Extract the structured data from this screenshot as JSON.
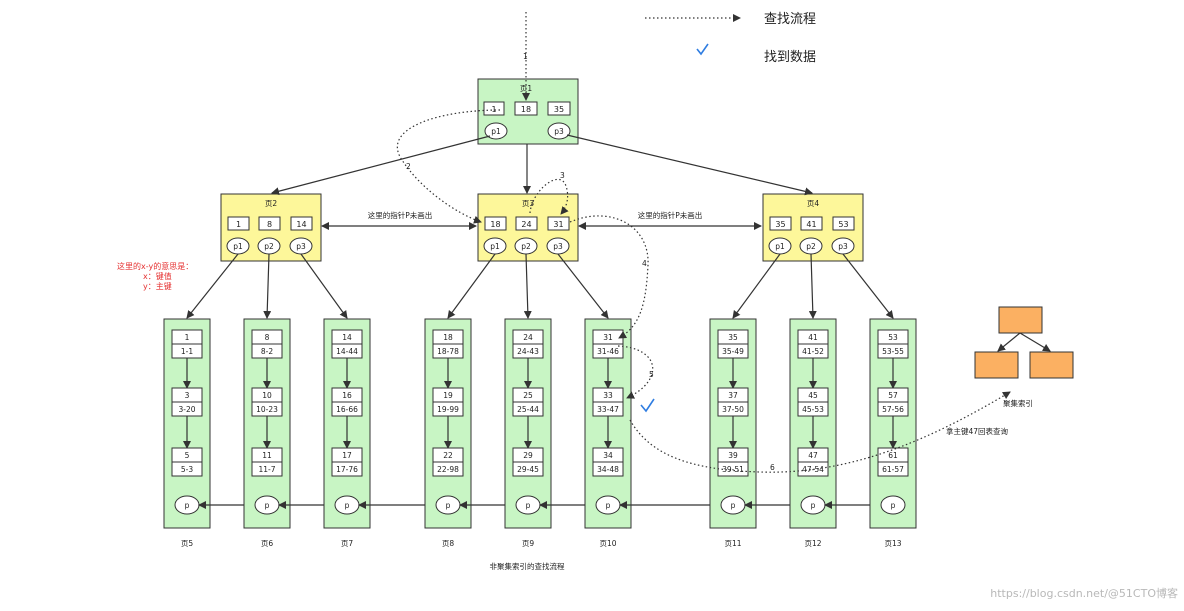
{
  "legend": {
    "search_flow": "查找流程",
    "found": "找到数据"
  },
  "root": {
    "title": "页1",
    "keys": [
      "1",
      "18",
      "35"
    ],
    "ptrs": [
      "p1",
      "p3"
    ]
  },
  "internal": [
    {
      "title": "页2",
      "keys": [
        "1",
        "8",
        "14"
      ],
      "ptrs": [
        "p1",
        "p2",
        "p3"
      ]
    },
    {
      "title": "页3",
      "keys": [
        "18",
        "24",
        "31"
      ],
      "ptrs": [
        "p1",
        "p2",
        "p3"
      ]
    },
    {
      "title": "页4",
      "keys": [
        "35",
        "41",
        "53"
      ],
      "ptrs": [
        "p1",
        "p2",
        "p3"
      ]
    }
  ],
  "leaves": [
    {
      "label": "页5",
      "records": [
        [
          "1",
          "1-1"
        ],
        [
          "3",
          "3-20"
        ],
        [
          "5",
          "5-3"
        ]
      ]
    },
    {
      "label": "页6",
      "records": [
        [
          "8",
          "8-2"
        ],
        [
          "10",
          "10-23"
        ],
        [
          "11",
          "11-7"
        ]
      ]
    },
    {
      "label": "页7",
      "records": [
        [
          "14",
          "14-44"
        ],
        [
          "16",
          "16-66"
        ],
        [
          "17",
          "17-76"
        ]
      ]
    },
    {
      "label": "页8",
      "records": [
        [
          "18",
          "18-78"
        ],
        [
          "19",
          "19-99"
        ],
        [
          "22",
          "22-98"
        ]
      ]
    },
    {
      "label": "页9",
      "records": [
        [
          "24",
          "24-43"
        ],
        [
          "25",
          "25-44"
        ],
        [
          "29",
          "29-45"
        ]
      ]
    },
    {
      "label": "页10",
      "records": [
        [
          "31",
          "31-46"
        ],
        [
          "33",
          "33-47"
        ],
        [
          "34",
          "34-48"
        ]
      ]
    },
    {
      "label": "页11",
      "records": [
        [
          "35",
          "35-49"
        ],
        [
          "37",
          "37-50"
        ],
        [
          "39",
          "39-51"
        ]
      ]
    },
    {
      "label": "页12",
      "records": [
        [
          "41",
          "41-52"
        ],
        [
          "45",
          "45-53"
        ],
        [
          "47",
          "47-54"
        ]
      ]
    },
    {
      "label": "页13",
      "records": [
        [
          "53",
          "53-55"
        ],
        [
          "57",
          "57-56"
        ],
        [
          "61",
          "61-57"
        ]
      ]
    }
  ],
  "leaf_ptr": "p",
  "ptr_not_drawn": "这里的指针P未画出",
  "note": {
    "line1": "这里的x-y的意思是：",
    "line2": "x：键值",
    "line3": "y：主键"
  },
  "steps": [
    "1",
    "2",
    "3",
    "4",
    "5",
    "6"
  ],
  "clustered_index": "聚集索引",
  "lookup_label": "拿主键47回表查询",
  "caption": "非聚集索引的查找流程",
  "watermark": "https://blog.csdn.net/@51CTO博客",
  "colors": {
    "green": "#c8f5c4",
    "yellow": "#fdf79a",
    "orange": "#fbb062",
    "check": "#2f7de1",
    "red": "#e53030"
  }
}
